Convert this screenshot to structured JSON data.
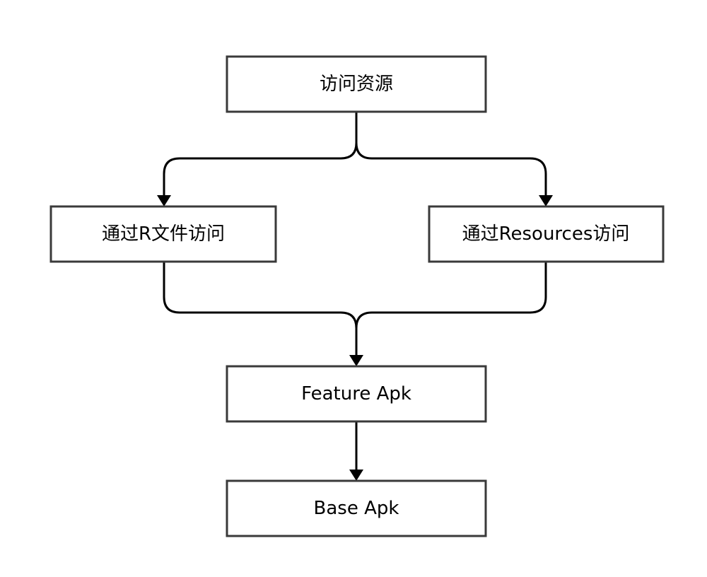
{
  "diagram": {
    "nodes": {
      "access_resources": "访问资源",
      "via_r_file": "通过R文件访问",
      "via_resources": "通过Resources访问",
      "feature_apk": "Feature Apk",
      "base_apk": "Base Apk"
    },
    "edges": [
      {
        "from": "access_resources",
        "to": "via_r_file"
      },
      {
        "from": "access_resources",
        "to": "via_resources"
      },
      {
        "from": "via_r_file",
        "to": "feature_apk"
      },
      {
        "from": "via_resources",
        "to": "feature_apk"
      },
      {
        "from": "feature_apk",
        "to": "base_apk"
      }
    ]
  }
}
